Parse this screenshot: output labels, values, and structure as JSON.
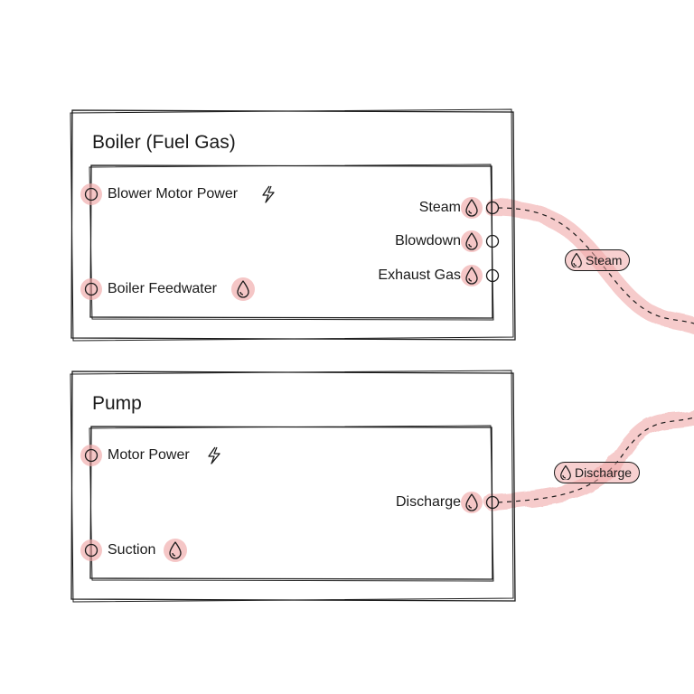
{
  "colors": {
    "accent": "#f0a8a8",
    "stroke": "#1a1a1a",
    "background": "#ffffff"
  },
  "nodes": [
    {
      "title": "Boiler (Fuel Gas)",
      "inputs": [
        {
          "label": "Blower Motor Power",
          "icon": "lightning-icon"
        },
        {
          "label": "Boiler Feedwater",
          "icon": "droplet-icon"
        }
      ],
      "outputs": [
        {
          "label": "Steam",
          "icon": "droplet-icon"
        },
        {
          "label": "Blowdown",
          "icon": "droplet-icon"
        },
        {
          "label": "Exhaust Gas",
          "icon": "droplet-icon"
        }
      ]
    },
    {
      "title": "Pump",
      "inputs": [
        {
          "label": "Motor Power",
          "icon": "lightning-icon"
        },
        {
          "label": "Suction",
          "icon": "droplet-icon"
        }
      ],
      "outputs": [
        {
          "label": "Discharge",
          "icon": "droplet-icon"
        }
      ]
    }
  ],
  "edges": [
    {
      "label": "Steam",
      "icon": "droplet-icon"
    },
    {
      "label": "Discharge",
      "icon": "droplet-icon"
    }
  ]
}
